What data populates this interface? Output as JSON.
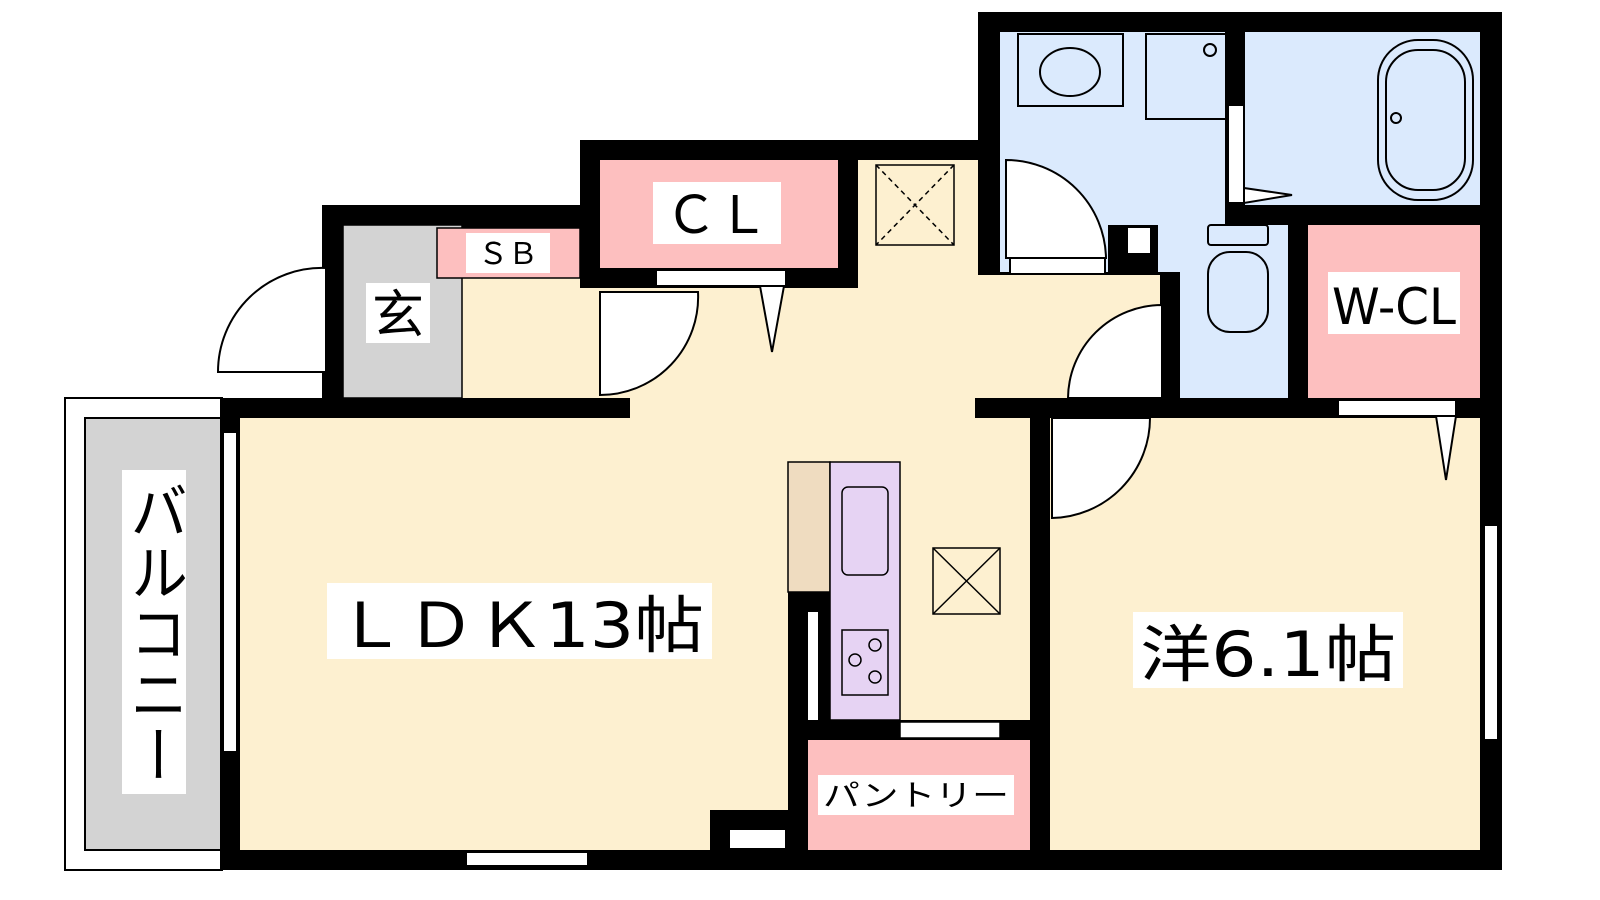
{
  "floorplan": {
    "rooms": {
      "ldk": "ＬＤＫ13帖",
      "western": "洋6.1帖",
      "closet": "ＣＬ",
      "shoe_box": "ＳＢ",
      "entrance": "玄",
      "walk_in_closet": "W-CL",
      "pantry": "パントリー",
      "balcony": "バルコニー"
    },
    "colors": {
      "floor": "#fdf0d0",
      "storage": "#fdbfbf",
      "wet_area": "#dbeafd",
      "entrance": "#d3d3d3",
      "kitchen": "#e6d3f3",
      "counter": "#efdcc0"
    }
  }
}
